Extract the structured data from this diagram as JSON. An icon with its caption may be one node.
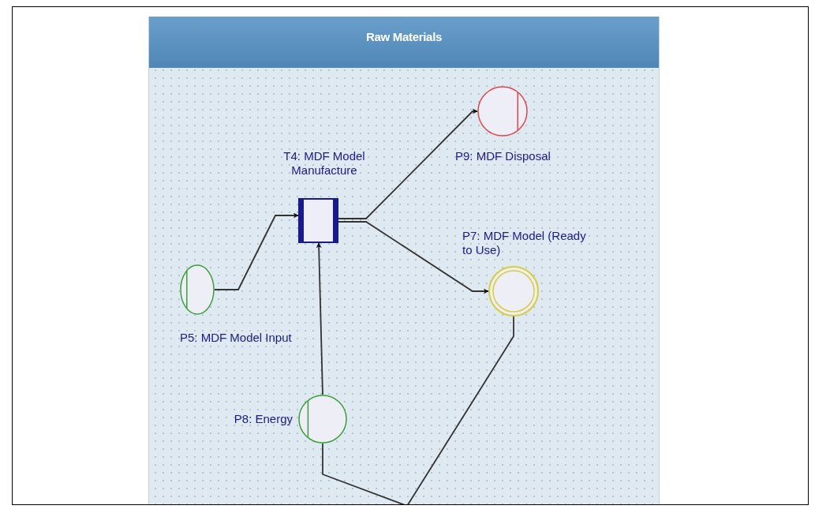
{
  "diagram": {
    "nodes": [
      {
        "text": [
          "Raw Materials"
        ]
      },
      {
        "text": [
          "T4: MDF Model Manufacture"
        ],
        "in": 0
      },
      {
        "text": [
          "P9: MDF Disposal"
        ],
        "in": 0
      },
      {
        "text": [
          "P7: MDF Model (Ready to Use)"
        ],
        "in": 0
      },
      {
        "text": [
          "P5: MDF Model Input"
        ],
        "in": 0
      },
      {
        "text": [
          "P8: Energy"
        ],
        "in": 0
      }
    ],
    "edges": [
      {
        "from": 4,
        "to": 1,
        "arrow": "to"
      },
      {
        "from": 1,
        "to": 2,
        "arrow": "to"
      },
      {
        "from": 1,
        "to": 3,
        "arrow": "to"
      },
      {
        "from": 5,
        "to": 1,
        "arrow": "to"
      },
      {
        "from": null,
        "to": 5,
        "arrow": "none"
      },
      {
        "from": 3,
        "to": null,
        "arrow": "none"
      }
    ]
  }
}
